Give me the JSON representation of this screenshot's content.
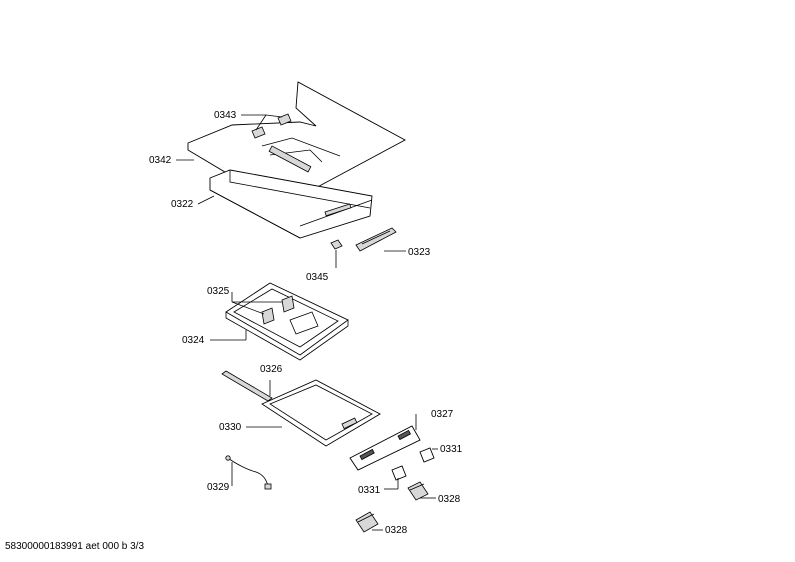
{
  "parts": [
    {
      "id": "p0343",
      "label": "0343"
    },
    {
      "id": "p0342",
      "label": "0342"
    },
    {
      "id": "p0322",
      "label": "0322"
    },
    {
      "id": "p0345",
      "label": "0345"
    },
    {
      "id": "p0323",
      "label": "0323"
    },
    {
      "id": "p0325",
      "label": "0325"
    },
    {
      "id": "p0324",
      "label": "0324"
    },
    {
      "id": "p0326",
      "label": "0326"
    },
    {
      "id": "p0330",
      "label": "0330"
    },
    {
      "id": "p0327",
      "label": "0327"
    },
    {
      "id": "p0331a",
      "label": "0331"
    },
    {
      "id": "p0331b",
      "label": "0331"
    },
    {
      "id": "p0328a",
      "label": "0328"
    },
    {
      "id": "p0328b",
      "label": "0328"
    },
    {
      "id": "p0329",
      "label": "0329"
    }
  ],
  "footer": "58300000183991 aet 000 b 3/3"
}
